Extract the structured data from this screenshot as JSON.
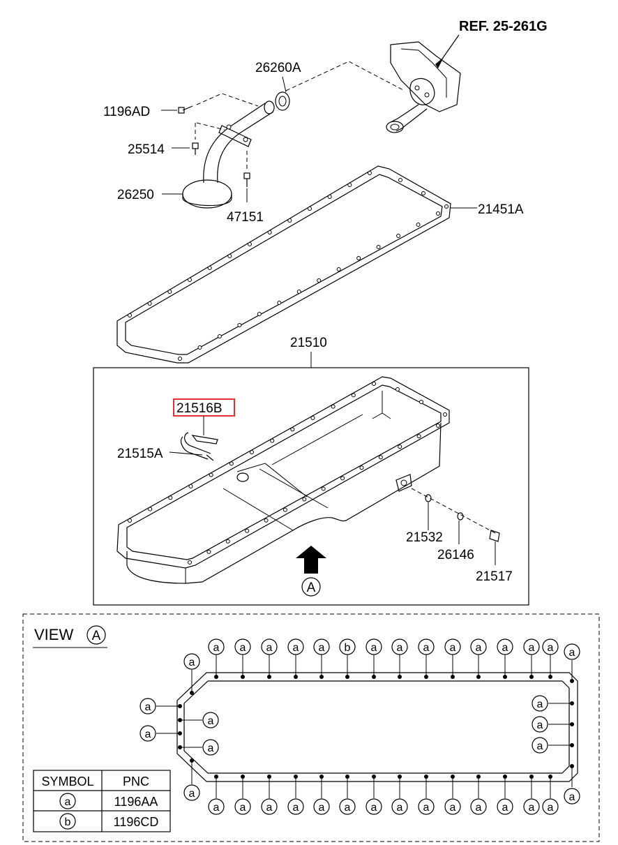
{
  "labels": {
    "ref": "REF. 25-261G",
    "p26260A": "26260A",
    "p1196AD": "1196AD",
    "p25514": "25514",
    "p26250": "26250",
    "p47151": "47151",
    "p21451A": "21451A",
    "p21510": "21510",
    "p21516B": "21516B",
    "p21515A": "21515A",
    "p21532": "21532",
    "p26146": "26146",
    "p21517": "21517",
    "arrow_letter": "A"
  },
  "view": {
    "title": "VIEW",
    "letter": "A"
  },
  "symbols": {
    "a": "a",
    "b": "b"
  },
  "table": {
    "header_symbol": "SYMBOL",
    "header_pnc": "PNC",
    "rows": [
      {
        "symbol": "a",
        "pnc": "1196AA"
      },
      {
        "symbol": "b",
        "pnc": "1196CD"
      }
    ]
  },
  "colors": {
    "highlight": "#e0322f",
    "ink": "#000000"
  }
}
